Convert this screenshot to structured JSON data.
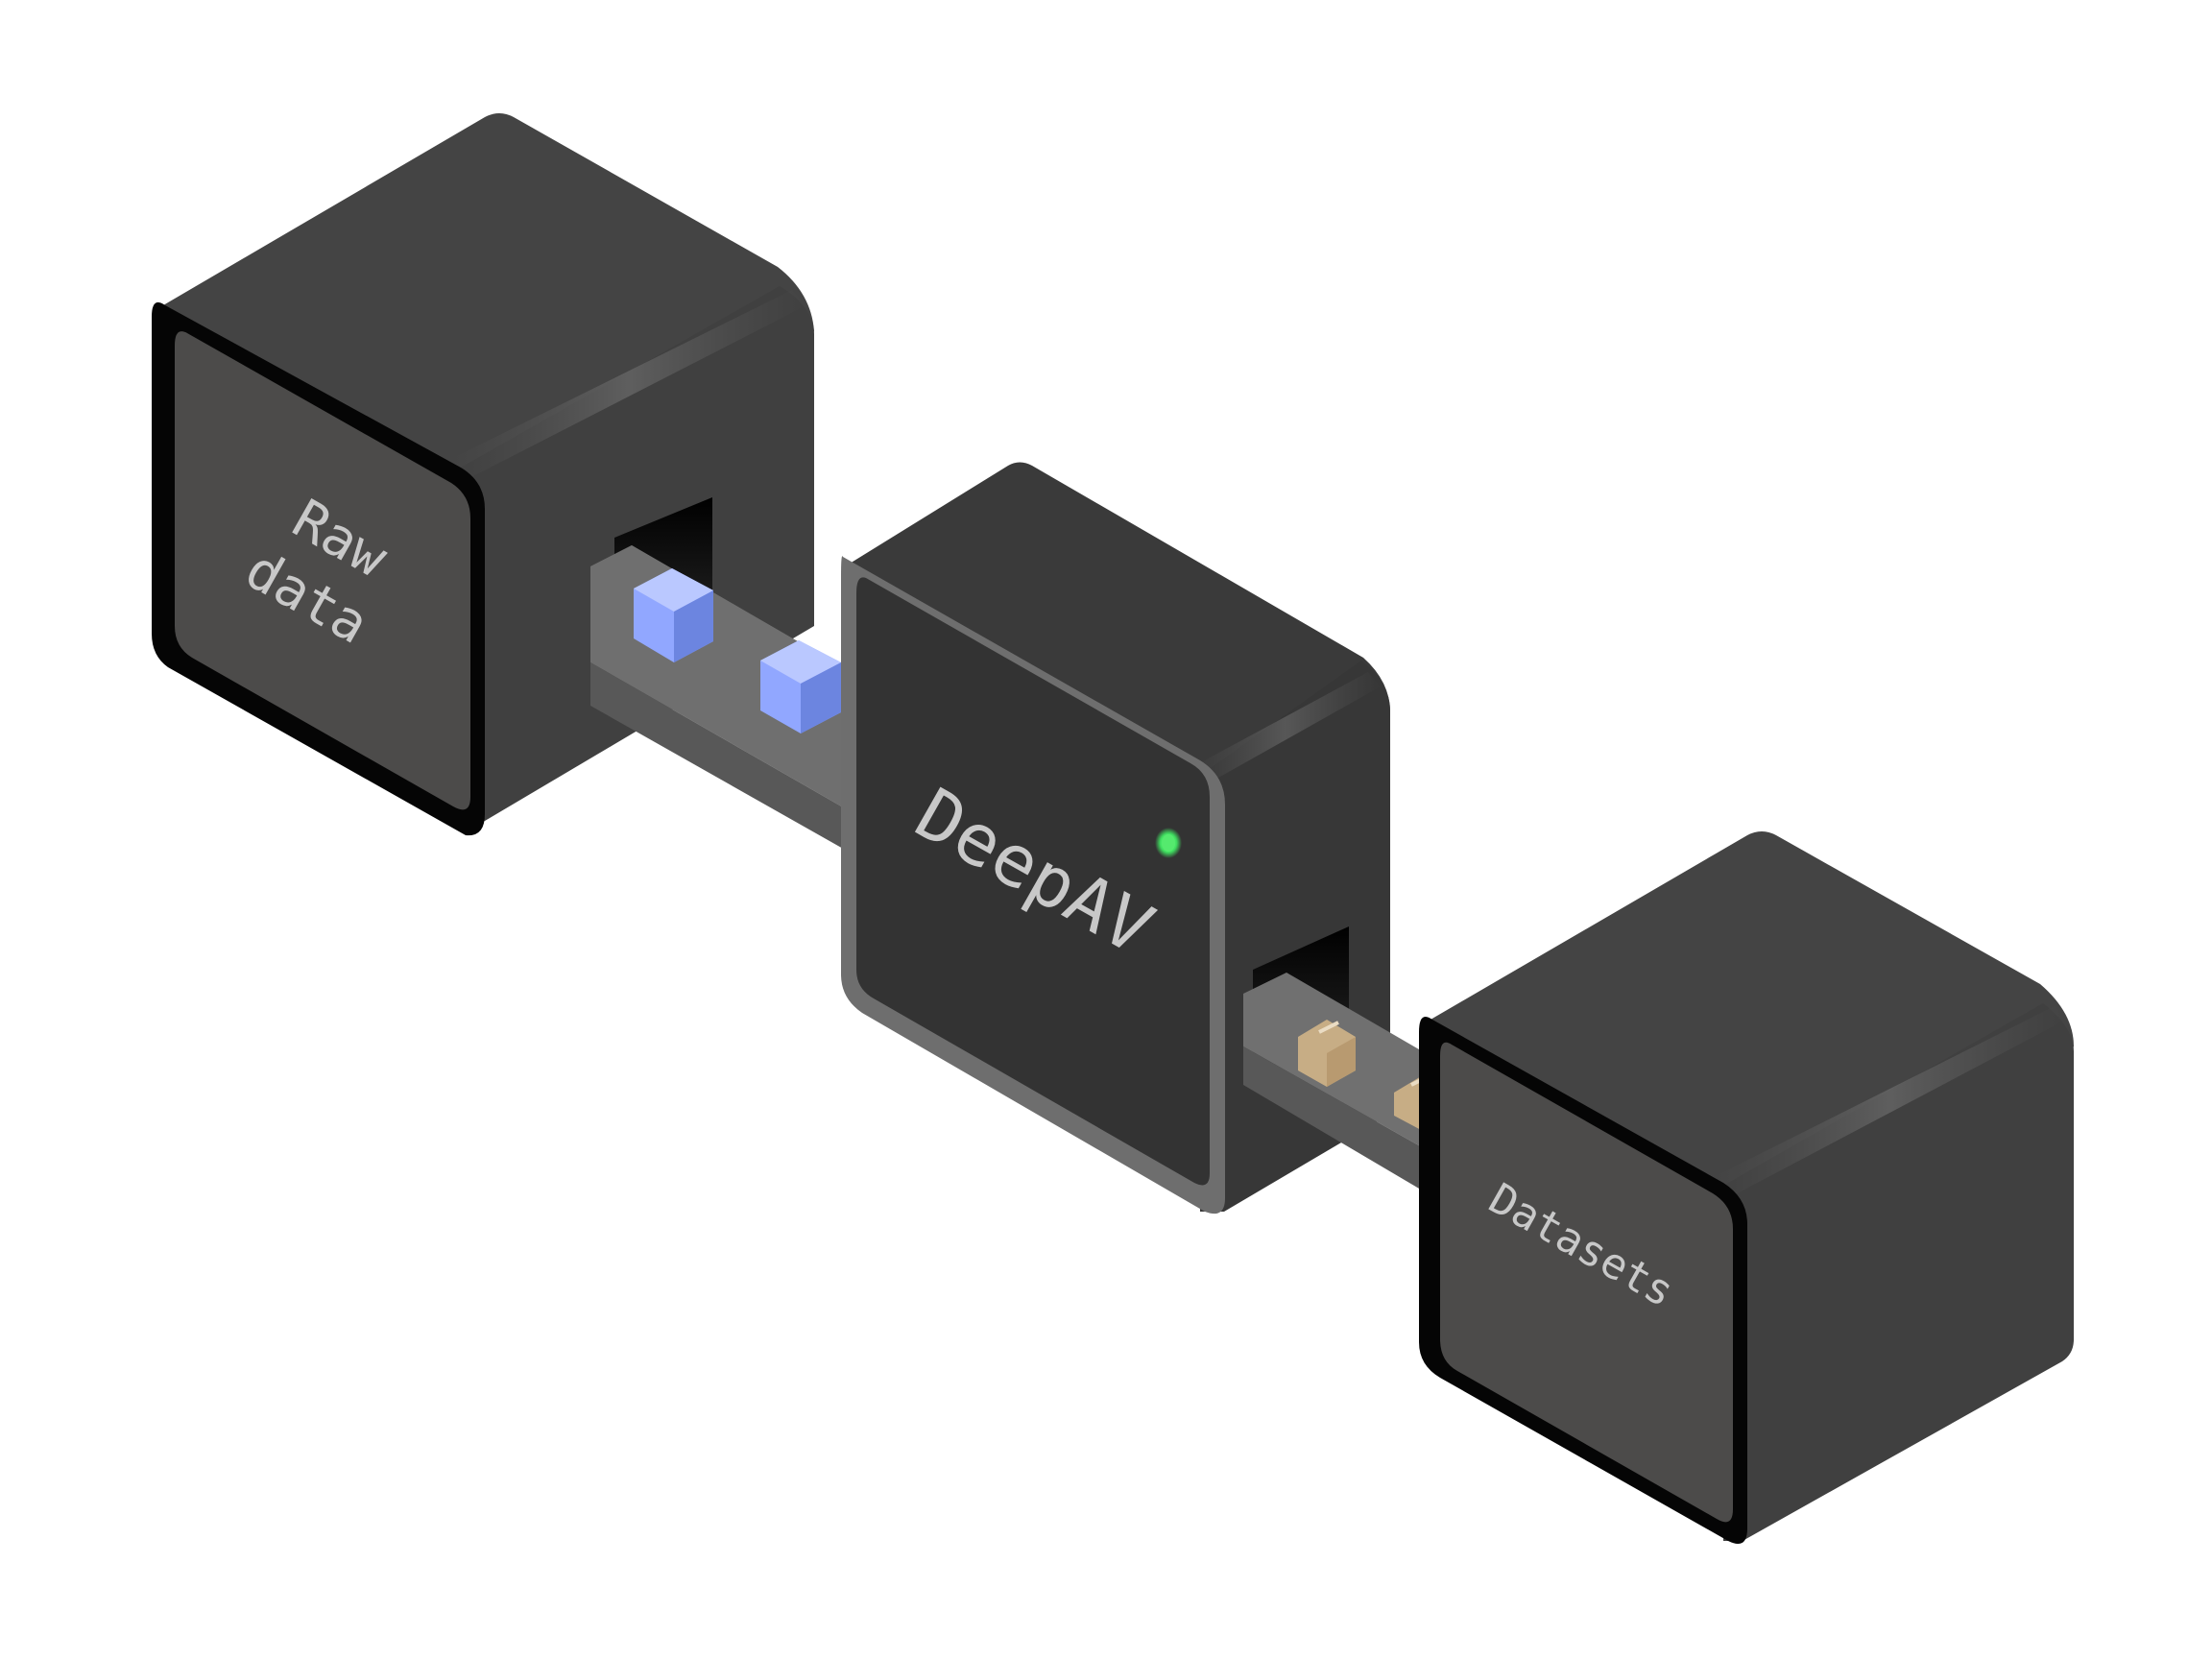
{
  "stages": {
    "source": {
      "label_line1": "Raw",
      "label_line2": "data"
    },
    "processor": {
      "label": "DeepAV",
      "status_light": "green-status-led"
    },
    "output": {
      "label": "Datasets"
    }
  },
  "items": {
    "input_cubes": 2,
    "output_boxes": 2
  },
  "colors": {
    "background": "#ffffff",
    "box_top": "#444444",
    "box_side": "#404040",
    "box_front": "#4c4b4a",
    "box_edge": "#050505",
    "processor_front": "#333333",
    "processor_rim": "#6e6e6e",
    "conveyor_top": "#707070",
    "conveyor_side": "#585858",
    "cube_top": "#bac8ff",
    "cube_left": "#91a7ff",
    "cube_right": "#6c85e0",
    "package": "#c7ad85",
    "package_dark": "#a98e68",
    "status_led": "#40e060",
    "label_text": "#c8c8c8"
  },
  "icons": [
    "blue-data-cube-icon",
    "cardboard-package-icon",
    "green-status-led"
  ]
}
